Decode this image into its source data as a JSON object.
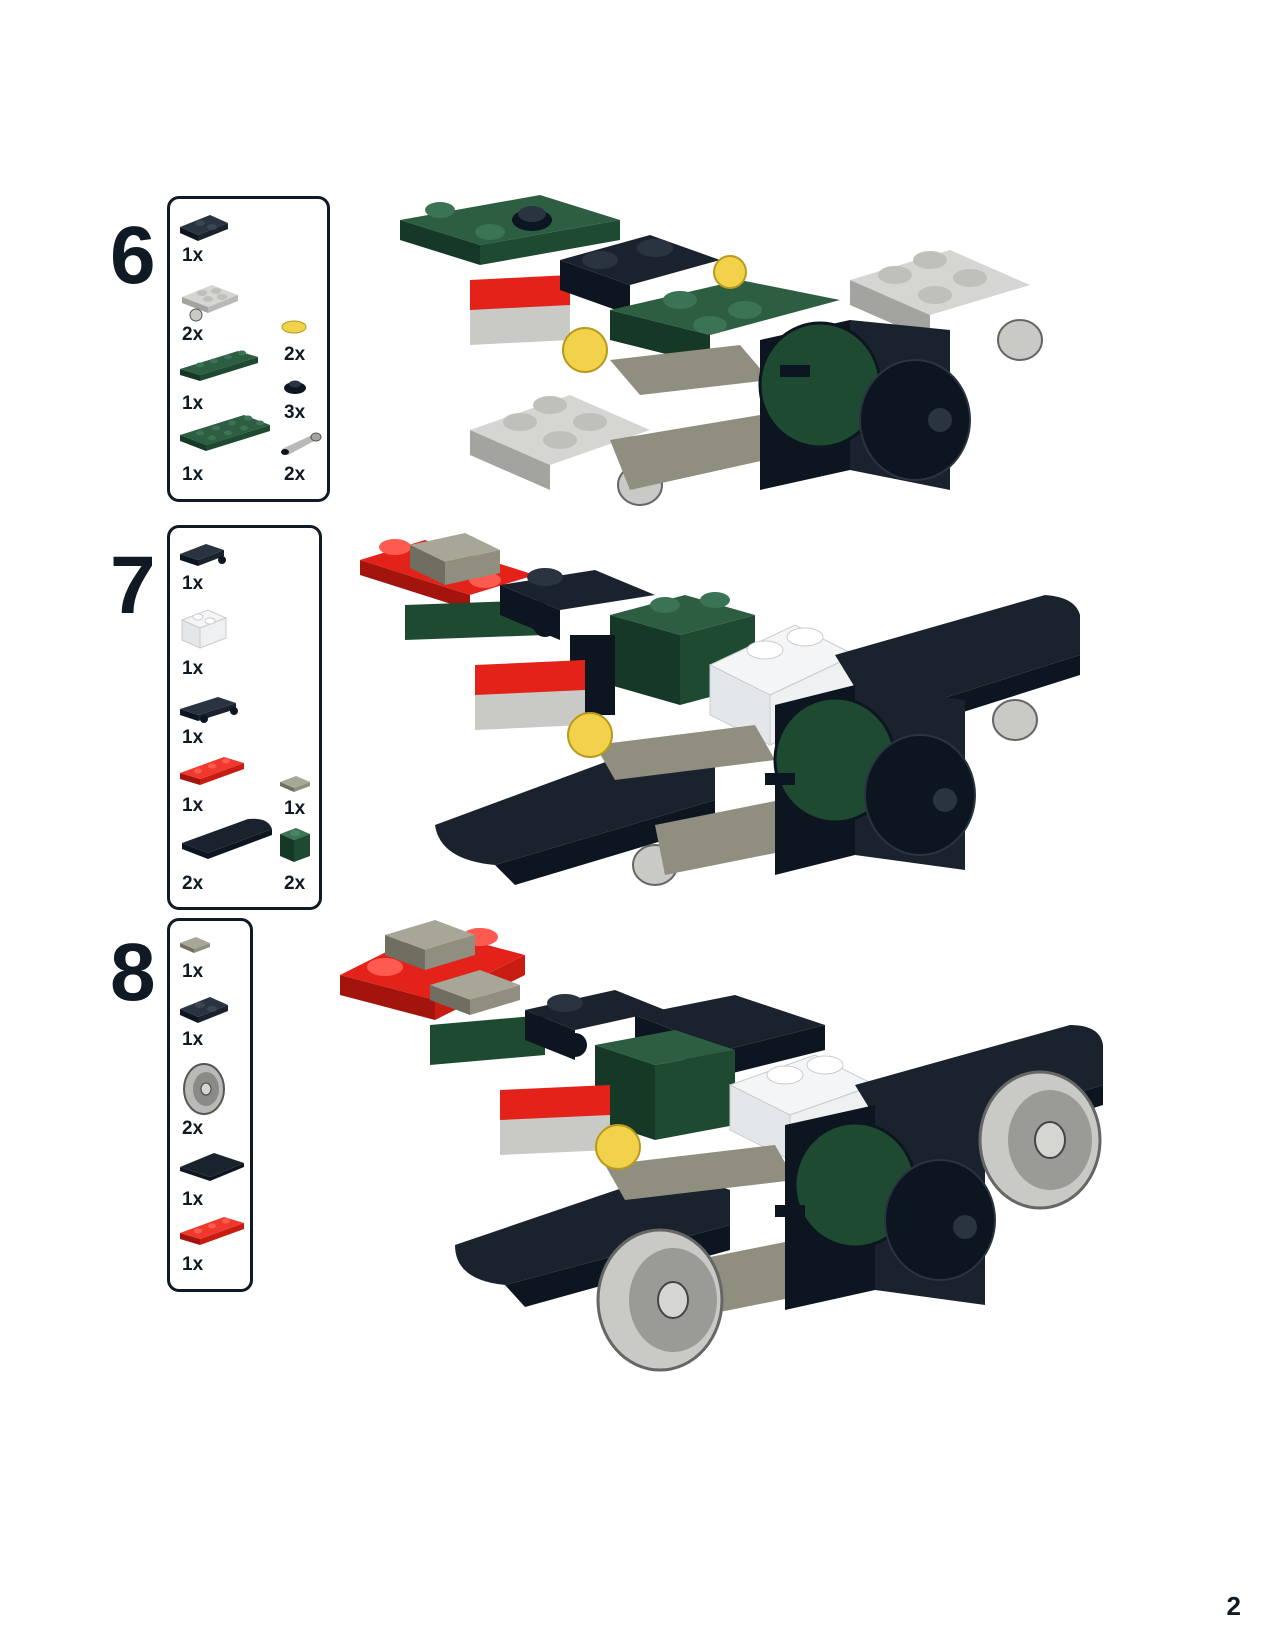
{
  "page_number": "2",
  "colors": {
    "dark_green": "#1f4a32",
    "black": "#0d1620",
    "light_gray": "#c9cac6",
    "red": "#e3231a",
    "tan_gray": "#8f8e7f",
    "trans_yellow": "#f2d24a",
    "trans_clear": "#eef0f2"
  },
  "steps": [
    {
      "number": "6",
      "parts": [
        {
          "icon": "black-plate-1x2-icon",
          "qty": "1x"
        },
        {
          "icon": "gray-plate-with-pin-icon",
          "qty": "2x"
        },
        {
          "icon": "green-plate-1x4-icon",
          "qty": "1x"
        },
        {
          "icon": "green-plate-2x4-icon",
          "qty": "1x"
        },
        {
          "icon": "yellow-round-tile-icon",
          "qty": "2x"
        },
        {
          "icon": "black-round-plate-icon",
          "qty": "3x"
        },
        {
          "icon": "gray-pin-icon",
          "qty": "2x"
        }
      ]
    },
    {
      "number": "7",
      "parts": [
        {
          "icon": "black-clip-plate-icon",
          "qty": "1x"
        },
        {
          "icon": "clear-brick-1x2-icon",
          "qty": "1x"
        },
        {
          "icon": "black-clip-plate-1x3-icon",
          "qty": "1x"
        },
        {
          "icon": "red-plate-1x3-icon",
          "qty": "1x"
        },
        {
          "icon": "black-wedge-icon",
          "qty": "2x"
        },
        {
          "icon": "tan-tile-1x1-icon",
          "qty": "1x"
        },
        {
          "icon": "green-brick-1x1-icon",
          "qty": "2x"
        }
      ]
    },
    {
      "number": "8",
      "parts": [
        {
          "icon": "tan-tile-1x1-icon",
          "qty": "1x"
        },
        {
          "icon": "black-plate-1x2-icon",
          "qty": "1x"
        },
        {
          "icon": "gray-wheel-icon",
          "qty": "2x"
        },
        {
          "icon": "black-tile-2x2-icon",
          "qty": "1x"
        },
        {
          "icon": "red-plate-1x3-icon",
          "qty": "1x"
        }
      ]
    }
  ]
}
